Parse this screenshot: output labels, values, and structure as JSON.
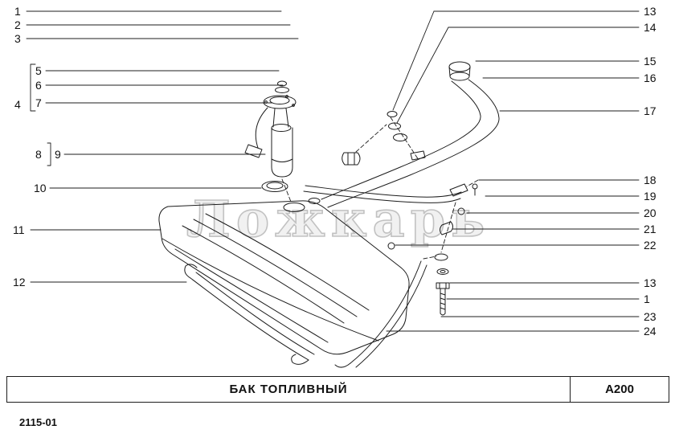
{
  "watermark": "Ложкарь",
  "callouts": [
    {
      "label": "1"
    },
    {
      "label": "2"
    },
    {
      "label": "3"
    },
    {
      "label": "4"
    },
    {
      "label": "5"
    },
    {
      "label": "6"
    },
    {
      "label": "7"
    },
    {
      "label": "8"
    },
    {
      "label": "9"
    },
    {
      "label": "10"
    },
    {
      "label": "11"
    },
    {
      "label": "12"
    },
    {
      "label": "13"
    },
    {
      "label": "14"
    },
    {
      "label": "15"
    },
    {
      "label": "16"
    },
    {
      "label": "17"
    },
    {
      "label": "18"
    },
    {
      "label": "19"
    },
    {
      "label": "20"
    },
    {
      "label": "21"
    },
    {
      "label": "22"
    },
    {
      "label": "13"
    },
    {
      "label": "1"
    },
    {
      "label": "23"
    },
    {
      "label": "24"
    }
  ],
  "title_block": {
    "part_title": "БАК ТОПЛИВНЫЙ",
    "code": "A200",
    "doc_number": "2115-01"
  }
}
